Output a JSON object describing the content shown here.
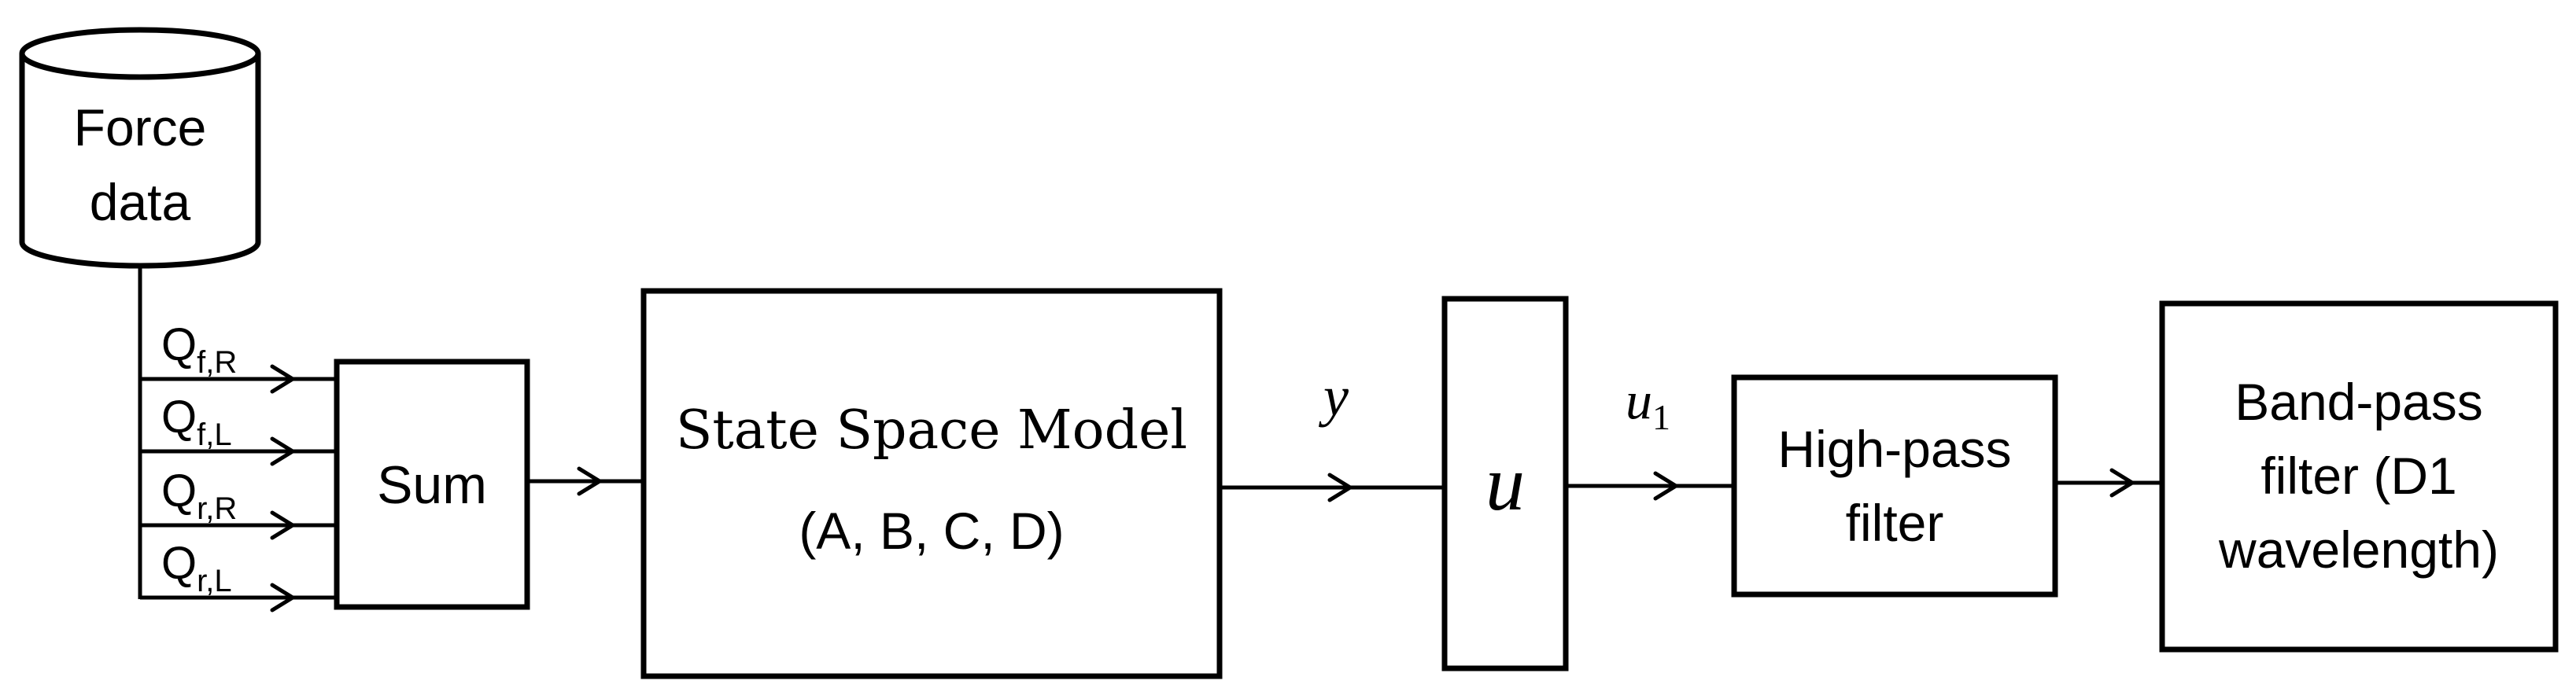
{
  "database": {
    "line1": "Force",
    "line2": "data"
  },
  "inputs": [
    {
      "base": "Q",
      "sub": "f,R"
    },
    {
      "base": "Q",
      "sub": "f,L"
    },
    {
      "base": "Q",
      "sub": "r,R"
    },
    {
      "base": "Q",
      "sub": "r,L"
    }
  ],
  "sum_block": {
    "label": "Sum"
  },
  "ssm_block": {
    "line1": "State Space Model",
    "line2": "(A, B, C, D)"
  },
  "signals": {
    "y": "y",
    "u1_base": "u",
    "u1_sub": "1"
  },
  "u_block": {
    "label": "u"
  },
  "highpass_block": {
    "line1": "High-pass",
    "line2": "filter"
  },
  "bandpass_block": {
    "line1": "Band-pass",
    "line2": "filter (D1",
    "line3": "wavelength)"
  }
}
